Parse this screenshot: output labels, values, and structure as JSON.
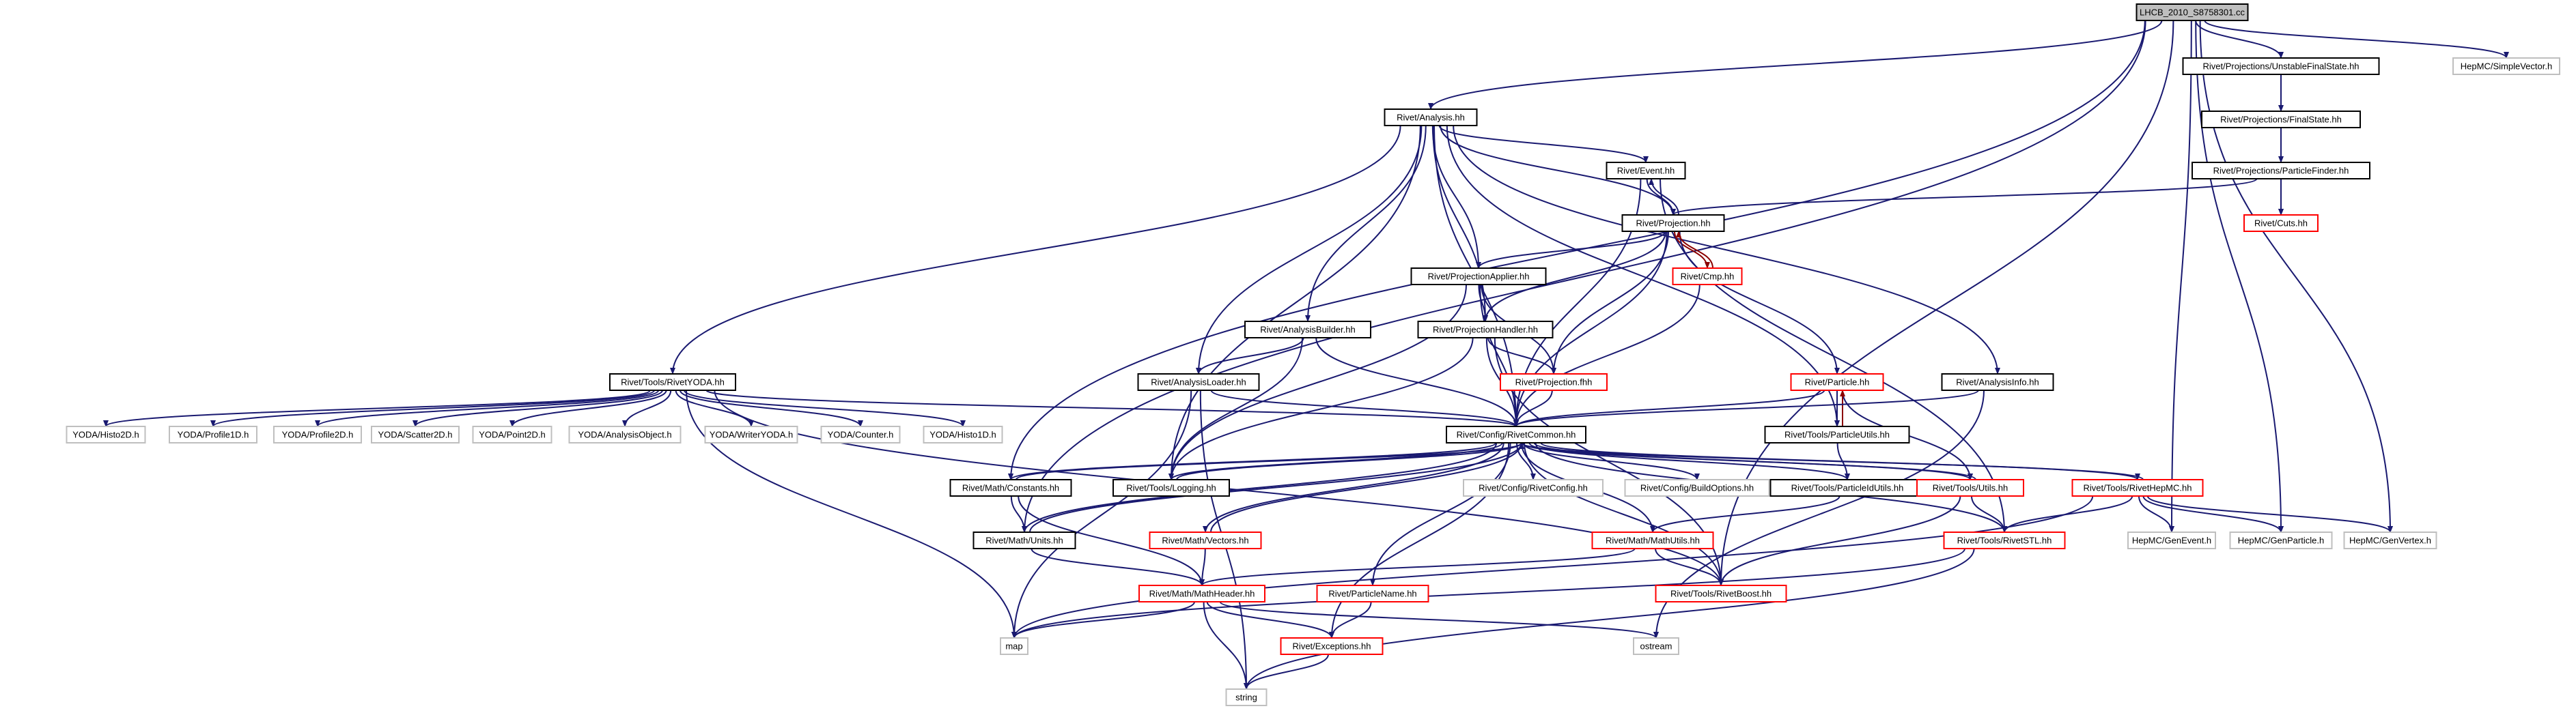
{
  "title": "LHCB_2010_S8758301.cc",
  "colors": {
    "normal": "#000000",
    "truncated": "#ff0000",
    "external": "#bfbfbf",
    "root_fill": "#bfbfbf",
    "edge": "#191970",
    "edge_back": "#8b0000"
  },
  "nodes": [
    {
      "id": "root",
      "label": "LHCB_2010_S8758301.cc",
      "kind": "root"
    },
    {
      "id": "analysis",
      "label": "Rivet/Analysis.hh",
      "kind": "normal"
    },
    {
      "id": "unstable",
      "label": "Rivet/Projections/UnstableFinalState.hh",
      "kind": "normal"
    },
    {
      "id": "finalstate",
      "label": "Rivet/Projections/FinalState.hh",
      "kind": "normal"
    },
    {
      "id": "pfinder",
      "label": "Rivet/Projections/ParticleFinder.hh",
      "kind": "normal"
    },
    {
      "id": "cuts",
      "label": "Rivet/Cuts.hh",
      "kind": "truncated"
    },
    {
      "id": "simplevector",
      "label": "HepMC/SimpleVector.h",
      "kind": "external"
    },
    {
      "id": "event",
      "label": "Rivet/Event.hh",
      "kind": "normal"
    },
    {
      "id": "projection",
      "label": "Rivet/Projection.hh",
      "kind": "normal"
    },
    {
      "id": "cmp",
      "label": "Rivet/Cmp.hh",
      "kind": "truncated"
    },
    {
      "id": "papplier",
      "label": "Rivet/ProjectionApplier.hh",
      "kind": "normal"
    },
    {
      "id": "abuilder",
      "label": "Rivet/AnalysisBuilder.hh",
      "kind": "normal"
    },
    {
      "id": "phandler",
      "label": "Rivet/ProjectionHandler.hh",
      "kind": "normal"
    },
    {
      "id": "rivetyoda",
      "label": "Rivet/Tools/RivetYODA.hh",
      "kind": "normal"
    },
    {
      "id": "aloader",
      "label": "Rivet/AnalysisLoader.hh",
      "kind": "normal"
    },
    {
      "id": "projfhh",
      "label": "Rivet/Projection.fhh",
      "kind": "truncated"
    },
    {
      "id": "particle",
      "label": "Rivet/Particle.hh",
      "kind": "truncated"
    },
    {
      "id": "ainfo",
      "label": "Rivet/AnalysisInfo.hh",
      "kind": "normal"
    },
    {
      "id": "histo2d",
      "label": "YODA/Histo2D.h",
      "kind": "external"
    },
    {
      "id": "profile1d",
      "label": "YODA/Profile1D.h",
      "kind": "external"
    },
    {
      "id": "profile2d",
      "label": "YODA/Profile2D.h",
      "kind": "external"
    },
    {
      "id": "scatter2d",
      "label": "YODA/Scatter2D.h",
      "kind": "external"
    },
    {
      "id": "point2d",
      "label": "YODA/Point2D.h",
      "kind": "external"
    },
    {
      "id": "aobject",
      "label": "YODA/AnalysisObject.h",
      "kind": "external"
    },
    {
      "id": "writeryoda",
      "label": "YODA/WriterYODA.h",
      "kind": "external"
    },
    {
      "id": "counter",
      "label": "YODA/Counter.h",
      "kind": "external"
    },
    {
      "id": "histo1d",
      "label": "YODA/Histo1D.h",
      "kind": "external"
    },
    {
      "id": "common",
      "label": "Rivet/Config/RivetCommon.hh",
      "kind": "normal"
    },
    {
      "id": "putils",
      "label": "Rivet/Tools/ParticleUtils.hh",
      "kind": "normal"
    },
    {
      "id": "constants",
      "label": "Rivet/Math/Constants.hh",
      "kind": "normal"
    },
    {
      "id": "logging",
      "label": "Rivet/Tools/Logging.hh",
      "kind": "normal"
    },
    {
      "id": "rconfig",
      "label": "Rivet/Config/RivetConfig.hh",
      "kind": "external"
    },
    {
      "id": "buildopts",
      "label": "Rivet/Config/BuildOptions.hh",
      "kind": "external"
    },
    {
      "id": "pidutils",
      "label": "Rivet/Tools/ParticleIdUtils.hh",
      "kind": "normal"
    },
    {
      "id": "utils",
      "label": "Rivet/Tools/Utils.hh",
      "kind": "truncated"
    },
    {
      "id": "rhepmc",
      "label": "Rivet/Tools/RivetHepMC.hh",
      "kind": "truncated"
    },
    {
      "id": "units",
      "label": "Rivet/Math/Units.hh",
      "kind": "normal"
    },
    {
      "id": "vectors",
      "label": "Rivet/Math/Vectors.hh",
      "kind": "truncated"
    },
    {
      "id": "mathutils",
      "label": "Rivet/Math/MathUtils.hh",
      "kind": "truncated"
    },
    {
      "id": "rstl",
      "label": "Rivet/Tools/RivetSTL.hh",
      "kind": "truncated"
    },
    {
      "id": "genevent",
      "label": "HepMC/GenEvent.h",
      "kind": "external"
    },
    {
      "id": "genparticle",
      "label": "HepMC/GenParticle.h",
      "kind": "external"
    },
    {
      "id": "genvertex",
      "label": "HepMC/GenVertex.h",
      "kind": "external"
    },
    {
      "id": "mathheader",
      "label": "Rivet/Math/MathHeader.hh",
      "kind": "truncated"
    },
    {
      "id": "pname",
      "label": "Rivet/ParticleName.hh",
      "kind": "truncated"
    },
    {
      "id": "boost",
      "label": "Rivet/Tools/RivetBoost.hh",
      "kind": "truncated"
    },
    {
      "id": "map",
      "label": "map",
      "kind": "external"
    },
    {
      "id": "exceptions",
      "label": "Rivet/Exceptions.hh",
      "kind": "truncated"
    },
    {
      "id": "ostream",
      "label": "ostream",
      "kind": "external"
    },
    {
      "id": "string",
      "label": "string",
      "kind": "external"
    }
  ],
  "edges": [
    [
      "root",
      "analysis"
    ],
    [
      "root",
      "unstable"
    ],
    [
      "root",
      "simplevector"
    ],
    [
      "root",
      "genevent"
    ],
    [
      "root",
      "genparticle"
    ],
    [
      "root",
      "genvertex"
    ],
    [
      "root",
      "boost"
    ],
    [
      "root",
      "units"
    ],
    [
      "root",
      "constants"
    ],
    [
      "unstable",
      "finalstate"
    ],
    [
      "finalstate",
      "pfinder"
    ],
    [
      "finalstate",
      "cuts"
    ],
    [
      "pfinder",
      "projection"
    ],
    [
      "pfinder",
      "cuts"
    ],
    [
      "analysis",
      "event"
    ],
    [
      "analysis",
      "projection"
    ],
    [
      "analysis",
      "papplier"
    ],
    [
      "analysis",
      "phandler"
    ],
    [
      "analysis",
      "abuilder"
    ],
    [
      "analysis",
      "aloader"
    ],
    [
      "analysis",
      "rivetyoda"
    ],
    [
      "analysis",
      "ainfo"
    ],
    [
      "analysis",
      "putils"
    ],
    [
      "analysis",
      "logging"
    ],
    [
      "analysis",
      "common"
    ],
    [
      "event",
      "projection"
    ],
    [
      "event",
      "common"
    ],
    [
      "event",
      "rstl"
    ],
    [
      "projection",
      "event"
    ],
    [
      "projection",
      "cmp"
    ],
    [
      "projection",
      "papplier"
    ],
    [
      "projection",
      "phandler"
    ],
    [
      "projection",
      "projfhh"
    ],
    [
      "projection",
      "particle"
    ],
    [
      "projection",
      "common"
    ],
    [
      "cmp",
      "projection"
    ],
    [
      "cmp",
      "common"
    ],
    [
      "papplier",
      "phandler"
    ],
    [
      "papplier",
      "projfhh"
    ],
    [
      "papplier",
      "logging"
    ],
    [
      "papplier",
      "common"
    ],
    [
      "abuilder",
      "aloader"
    ],
    [
      "abuilder",
      "logging"
    ],
    [
      "abuilder",
      "common"
    ],
    [
      "phandler",
      "projfhh"
    ],
    [
      "phandler",
      "common"
    ],
    [
      "phandler",
      "logging"
    ],
    [
      "phandler",
      "boost"
    ],
    [
      "projfhh",
      "common"
    ],
    [
      "aloader",
      "common"
    ],
    [
      "aloader",
      "map"
    ],
    [
      "aloader",
      "string"
    ],
    [
      "particle",
      "common"
    ],
    [
      "particle",
      "putils"
    ],
    [
      "particle",
      "utils"
    ],
    [
      "putils",
      "particle"
    ],
    [
      "putils",
      "pidutils"
    ],
    [
      "ainfo",
      "common"
    ],
    [
      "ainfo",
      "ostream"
    ],
    [
      "rivetyoda",
      "histo2d"
    ],
    [
      "rivetyoda",
      "profile1d"
    ],
    [
      "rivetyoda",
      "profile2d"
    ],
    [
      "rivetyoda",
      "scatter2d"
    ],
    [
      "rivetyoda",
      "point2d"
    ],
    [
      "rivetyoda",
      "aobject"
    ],
    [
      "rivetyoda",
      "writeryoda"
    ],
    [
      "rivetyoda",
      "counter"
    ],
    [
      "rivetyoda",
      "histo1d"
    ],
    [
      "rivetyoda",
      "common"
    ],
    [
      "rivetyoda",
      "map"
    ],
    [
      "rivetyoda",
      "boost"
    ],
    [
      "common",
      "constants"
    ],
    [
      "common",
      "logging"
    ],
    [
      "common",
      "rconfig"
    ],
    [
      "common",
      "buildopts"
    ],
    [
      "common",
      "pidutils"
    ],
    [
      "common",
      "utils"
    ],
    [
      "common",
      "rhepmc"
    ],
    [
      "common",
      "units"
    ],
    [
      "common",
      "vectors"
    ],
    [
      "common",
      "mathutils"
    ],
    [
      "common",
      "rstl"
    ],
    [
      "common",
      "pname"
    ],
    [
      "common",
      "boost"
    ],
    [
      "common",
      "exceptions"
    ],
    [
      "logging",
      "common"
    ],
    [
      "constants",
      "common"
    ],
    [
      "units",
      "common"
    ],
    [
      "vectors",
      "common"
    ],
    [
      "utils",
      "common"
    ],
    [
      "rhepmc",
      "common"
    ],
    [
      "constants",
      "units"
    ],
    [
      "constants",
      "mathheader"
    ],
    [
      "units",
      "mathheader"
    ],
    [
      "vectors",
      "mathheader"
    ],
    [
      "utils",
      "rstl"
    ],
    [
      "utils",
      "boost"
    ],
    [
      "rhepmc",
      "genevent"
    ],
    [
      "rhepmc",
      "genparticle"
    ],
    [
      "rhepmc",
      "genvertex"
    ],
    [
      "rhepmc",
      "rstl"
    ],
    [
      "rhepmc",
      "map"
    ],
    [
      "pidutils",
      "mathutils"
    ],
    [
      "mathutils",
      "mathheader"
    ],
    [
      "mathutils",
      "boost"
    ],
    [
      "rstl",
      "map"
    ],
    [
      "rstl",
      "string"
    ],
    [
      "mathheader",
      "map"
    ],
    [
      "mathheader",
      "exceptions"
    ],
    [
      "mathheader",
      "string"
    ],
    [
      "mathheader",
      "ostream"
    ],
    [
      "pname",
      "exceptions"
    ],
    [
      "exceptions",
      "string"
    ]
  ]
}
